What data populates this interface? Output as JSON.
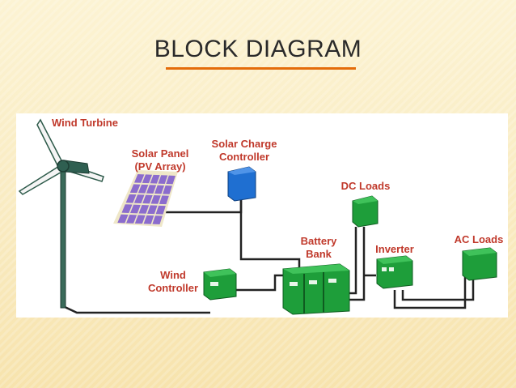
{
  "slide": {
    "title": "BLOCK DIAGRAM"
  },
  "diagram": {
    "labels": {
      "wind_turbine": "Wind Turbine",
      "solar_panel": "Solar Panel\n(PV Array)",
      "solar_charge_controller": "Solar Charge\nController",
      "dc_loads": "DC Loads",
      "battery_bank": "Battery\nBank",
      "inverter": "Inverter",
      "ac_loads": "AC Loads",
      "wind_controller": "Wind\nController"
    },
    "colors": {
      "label_text": "#c0392b",
      "box_green": "#1e9e3a",
      "box_blue": "#1f6fd1",
      "solar_cell": "#8b6ccd",
      "wire": "#222222",
      "title_underline": "#e46c0a"
    }
  }
}
